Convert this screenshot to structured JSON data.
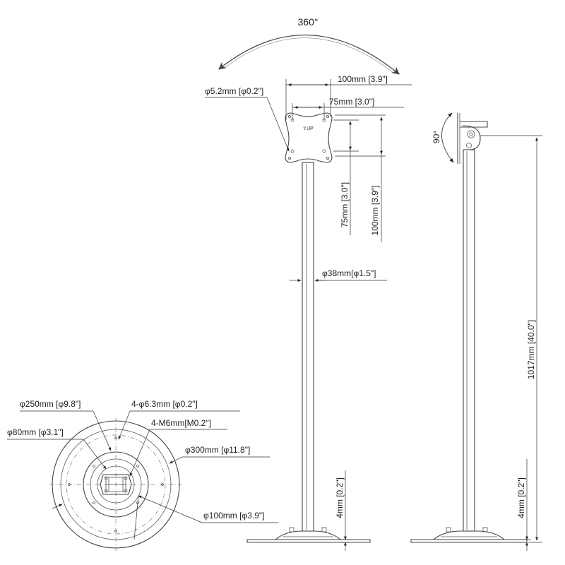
{
  "rotation": {
    "label": "360°"
  },
  "front_view": {
    "vesa_top_100": "100mm [3.9\"]",
    "vesa_top_75": "75mm [3.0\"]",
    "hole_dia": "φ5.2mm [φ0.2\"]",
    "up_mark": "⇧UP",
    "vesa_side_75": "75mm [3.0\"]",
    "vesa_side_100": "100mm [3.9\"]",
    "pole_dia": "φ38mm[φ1.5\"]",
    "base_thickness": "4mm [0.2\"]"
  },
  "side_view": {
    "tilt": "90°",
    "height": "1017mm [40.0\"]",
    "base_thickness": "4mm [0.2\"]"
  },
  "base_view": {
    "dia_250": "φ250mm [φ9.8\"]",
    "holes_63": "4-φ6.3mm [φ0.2\"]",
    "dia_80": "φ80mm [φ3.1\"]",
    "m6": "4-M6mm[M0.2\"]",
    "dia_300": "φ300mm [φ11.8\"]",
    "dia_100": "φ100mm [φ3.9\"]"
  }
}
